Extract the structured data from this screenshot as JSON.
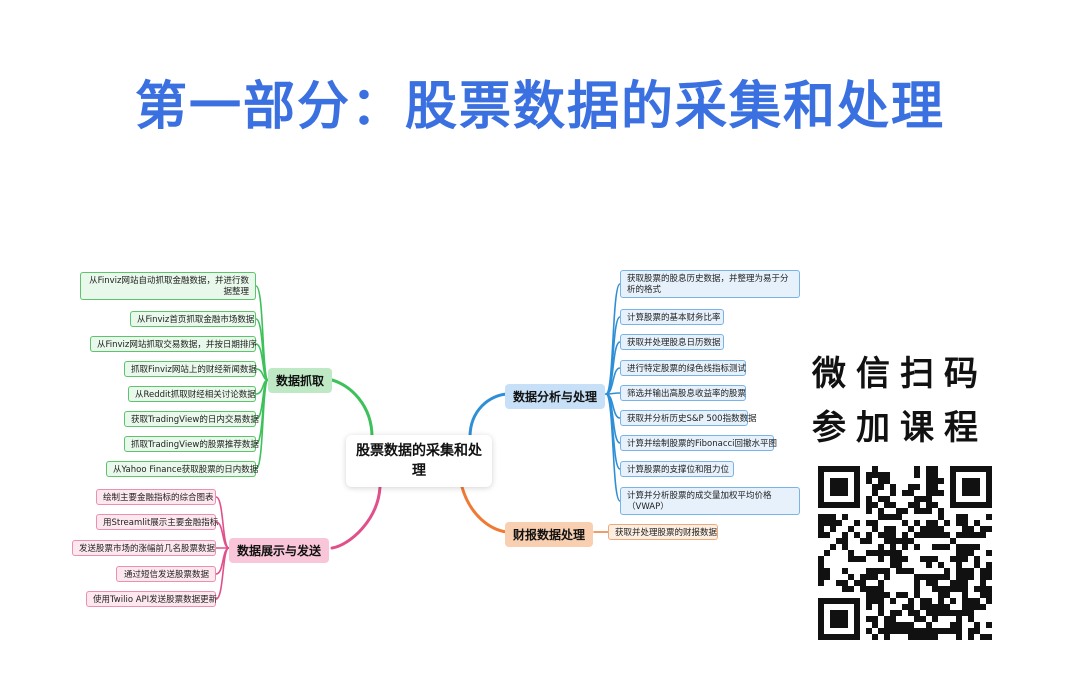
{
  "page_title": "第一部分：股票数据的采集和处理",
  "mindmap": {
    "center": "股票数据的采集和处理",
    "branches": {
      "scraping": {
        "label": "数据抓取",
        "color": "#3ec05a",
        "items": [
          "从Finviz网站自动抓取金融数据，并进行数据整理",
          "从Finviz首页抓取金融市场数据",
          "从Finviz网站抓取交易数据，并按日期排序",
          "抓取Finviz网站上的财经新闻数据",
          "从Reddit抓取财经相关讨论数据",
          "获取TradingView的日内交易数据",
          "抓取TradingView的股票推荐数据",
          "从Yahoo Finance获取股票的日内数据"
        ]
      },
      "display": {
        "label": "数据展示与发送",
        "color": "#e0508a",
        "items": [
          "绘制主要金融指标的综合图表",
          "用Streamlit展示主要金融指标",
          "发送股票市场的涨幅前几名股票数据",
          "通过短信发送股票数据",
          "使用Twilio API发送股票数据更新"
        ]
      },
      "analysis": {
        "label": "数据分析与处理",
        "color": "#2f8fd6",
        "items": [
          "获取股票的股息历史数据，并整理为易于分析的格式",
          "计算股票的基本财务比率",
          "获取并处理股息日历数据",
          "进行特定股票的绿色线指标测试",
          "筛选并输出高股息收益率的股票",
          "获取并分析历史S&P 500指数数据",
          "计算并绘制股票的Fibonacci回撤水平图",
          "计算股票的支撑位和阻力位",
          "计算并分析股票的成交量加权平均价格（VWAP）"
        ]
      },
      "financials": {
        "label": "财报数据处理",
        "color": "#ee7a36",
        "items": [
          "获取并处理股票的财报数据"
        ]
      }
    }
  },
  "promo": {
    "line1": "微信扫码",
    "line2": "参加课程"
  }
}
